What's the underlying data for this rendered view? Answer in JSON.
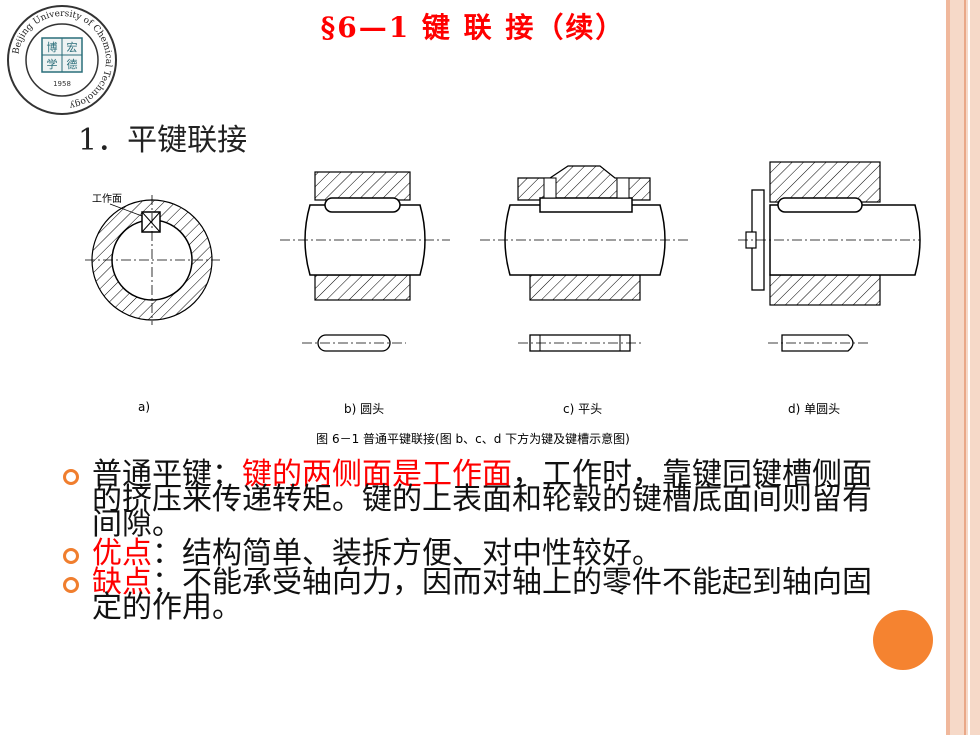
{
  "slide": {
    "title": "§6—1 键 联 接（续）",
    "section_heading": "1．平键联接"
  },
  "logo": {
    "ring_text": "Beijing University of Chemical Technology",
    "year": "1958",
    "center_chars": [
      "博",
      "宏",
      "学",
      "德"
    ]
  },
  "figure": {
    "label_a": "a)",
    "label_b": "b) 圆头",
    "label_c": "c) 平头",
    "label_d": "d) 单圆头",
    "work_face": "工作面",
    "caption": "图 6－1   普通平键联接(图 b、c、d 下方为键及键槽示意图)"
  },
  "bullets": [
    {
      "prefix": "普通平键：",
      "highlight": "键的两侧面是工作面",
      "rest": "，工作时，靠键同键槽侧面的挤压来传递转矩。键的上表面和轮毂的键槽底面间则留有间隙。"
    },
    {
      "prefix": "",
      "highlight": "优点",
      "rest": "：结构简单、装拆方便、对中性较好。"
    },
    {
      "prefix": "",
      "highlight": "缺点",
      "rest": "：不能承受轴向力，因而对轴上的零件不能起到轴向固定的作用。"
    }
  ],
  "colors": {
    "title": "#ff0000",
    "highlight": "#ff0000",
    "bullet_ring": "#f07e2e",
    "accent_circle": "#f58330",
    "side_stripe": "#f6d9c8"
  }
}
